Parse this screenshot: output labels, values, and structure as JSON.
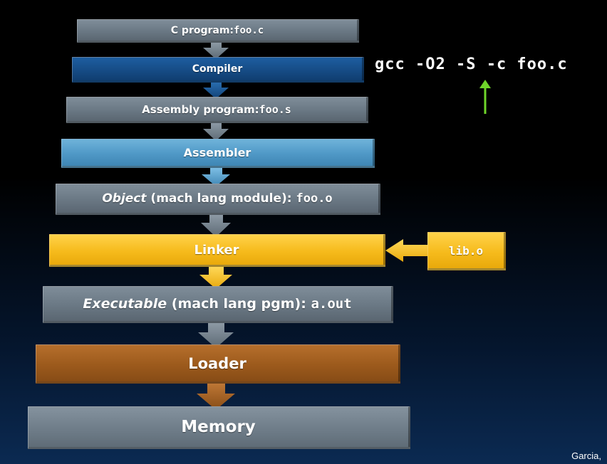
{
  "stages": {
    "c_program": {
      "label": "C program: ",
      "file": "foo.c"
    },
    "compiler": {
      "label": "Compiler"
    },
    "assembly_program": {
      "label": "Assembly program: ",
      "file": "foo.s"
    },
    "assembler": {
      "label": "Assembler"
    },
    "object": {
      "label_italic": "Object",
      "label": " (mach lang module): ",
      "file": "foo.o"
    },
    "linker": {
      "label": "Linker"
    },
    "library": {
      "file": "lib.o"
    },
    "executable": {
      "label_italic": "Executable",
      "label": " (mach lang pgm): ",
      "file": "a.out"
    },
    "loader": {
      "label": "Loader"
    },
    "memory": {
      "label": "Memory"
    }
  },
  "command": "gcc -O2 -S -c foo.c",
  "credit": "Garcia,",
  "colors": {
    "gray": "#6a7884",
    "compiler": "#164c86",
    "assembler": "#4f98c6",
    "linker": "#f6bb1c",
    "loader": "#9c5a1c",
    "highlight_arrow": "#6fd62a"
  }
}
